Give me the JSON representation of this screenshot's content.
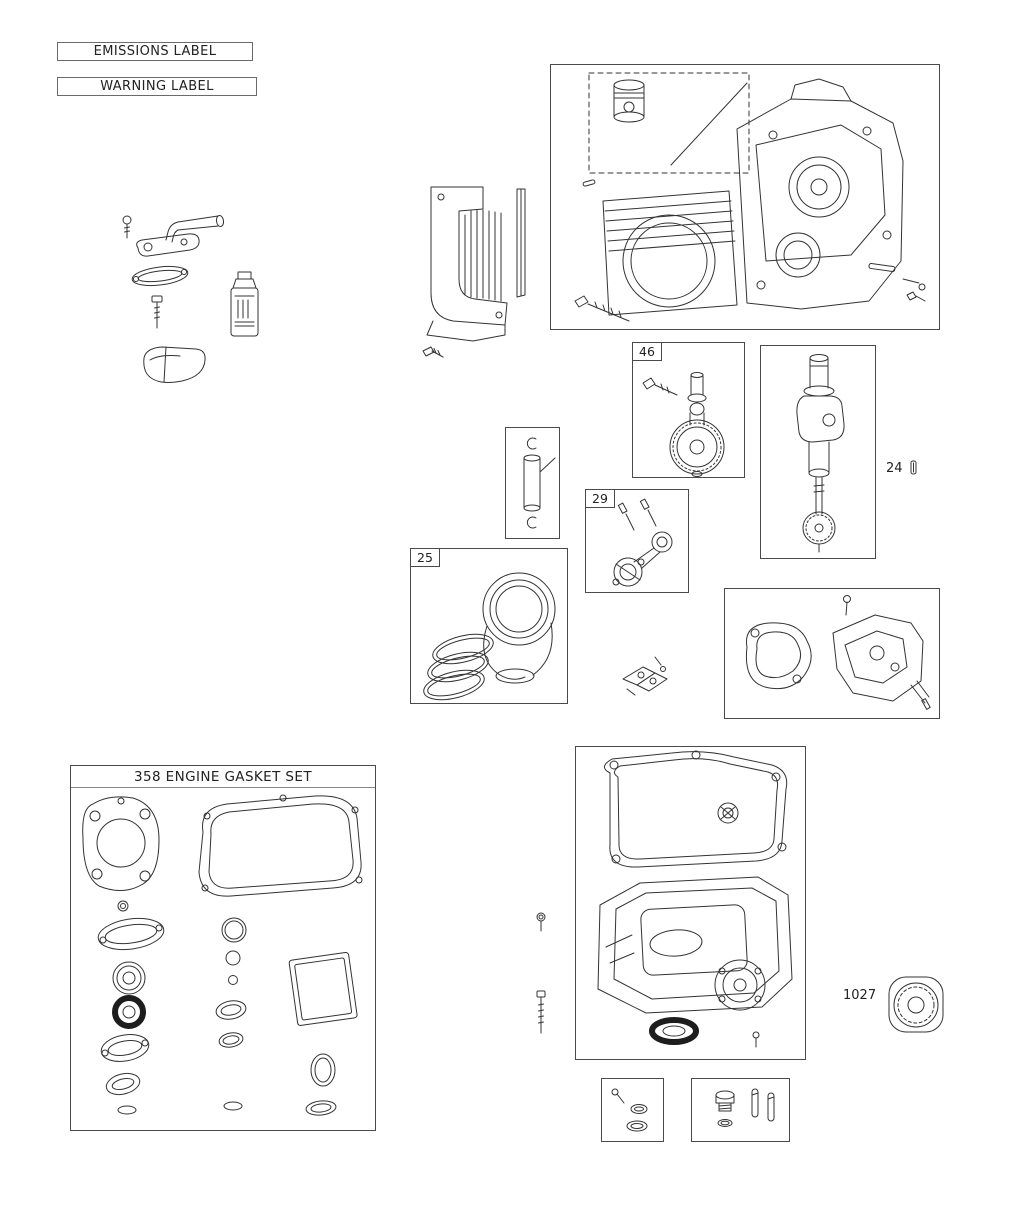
{
  "page": {
    "background": "#ffffff",
    "line_color": "#333333"
  },
  "labels": {
    "emissions": "EMISSIONS LABEL",
    "warning": "WARNING LABEL",
    "gasket_set_title": "358 ENGINE GASKET SET"
  },
  "callouts": {
    "camshaft": "46",
    "connecting_rod": "29",
    "piston": "25",
    "crankshaft": "24",
    "oil_filter": "1027"
  }
}
